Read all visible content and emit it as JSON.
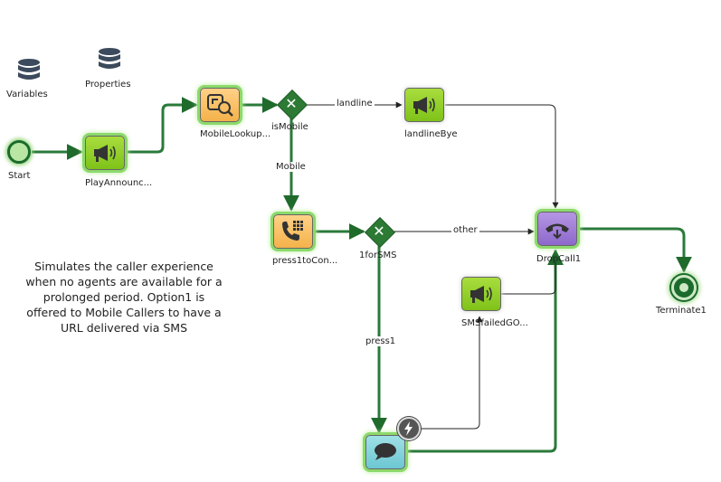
{
  "description": "Simulates the caller experience when no agents are available for a prolonged period. Option1 is offered to Mobile Callers to have a URL delivered via SMS",
  "colors": {
    "flow_green": "#2a7a3a",
    "arrow_black": "#222222",
    "node_green": "#8fcc2a",
    "node_orange": "#f6bf63",
    "node_purple": "#a07fd8",
    "node_teal": "#7fd0d9"
  },
  "toolbar": {
    "variables": {
      "label": "Variables",
      "icon": "database-icon"
    },
    "properties": {
      "label": "Properties",
      "icon": "database-icon"
    }
  },
  "nodes": {
    "start": {
      "label": "Start"
    },
    "play_announcement": {
      "label": "PlayAnnounc...",
      "icon": "megaphone-icon"
    },
    "mobile_lookup": {
      "label": "MobileLookup...",
      "icon": "lookup-icon"
    },
    "is_mobile": {
      "label": "isMobile",
      "icon": "decision-icon"
    },
    "landline_bye": {
      "label": "landlineBye",
      "icon": "megaphone-icon"
    },
    "press1_to_con": {
      "label": "press1toCon...",
      "icon": "keypad-phone-icon"
    },
    "for_sms": {
      "label": "1forSMS",
      "icon": "decision-icon"
    },
    "drop_call": {
      "label": "DropCall1",
      "icon": "hangup-icon"
    },
    "sms_failed": {
      "label": "SMSfailedGO...",
      "icon": "megaphone-icon"
    },
    "sms_send": {
      "label": "",
      "icon": "chat-bubble-icon"
    },
    "terminate": {
      "label": "Terminate1"
    }
  },
  "edges": {
    "landline": "landline",
    "mobile": "Mobile",
    "other": "other",
    "press1": "press1"
  }
}
